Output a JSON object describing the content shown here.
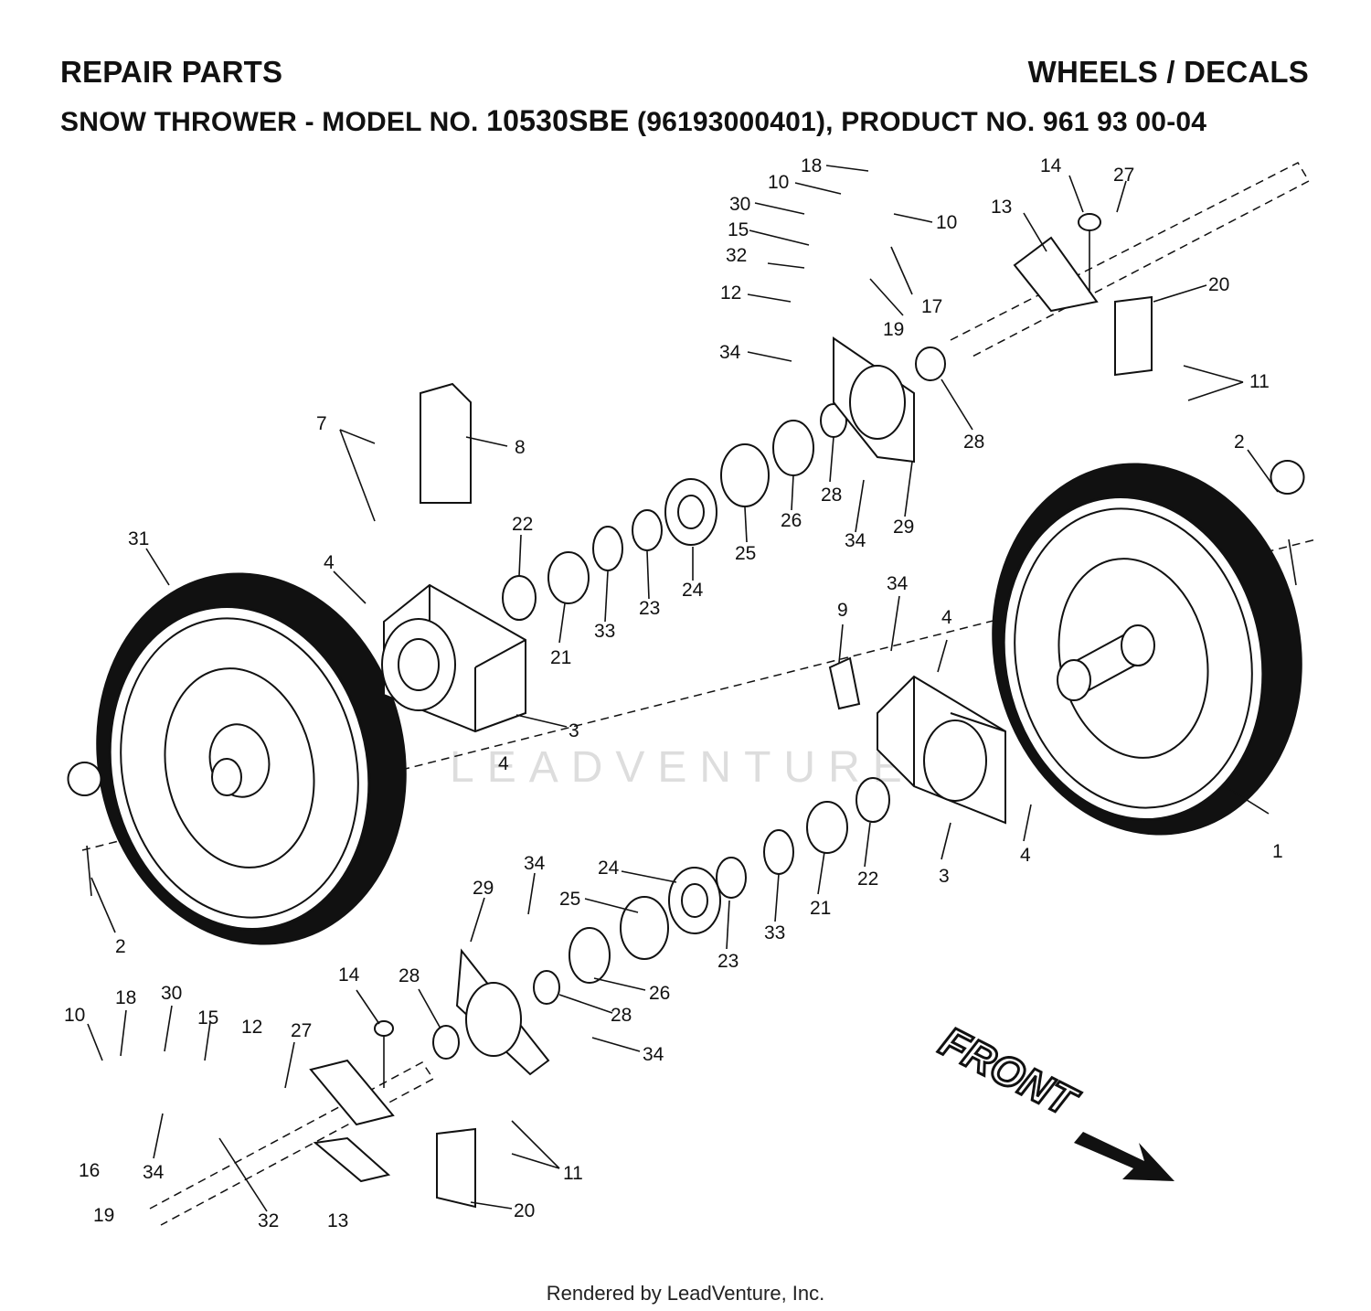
{
  "header": {
    "left_title": "REPAIR PARTS",
    "right_title": "WHEELS / DECALS",
    "subtitle_prefix": "SNOW THROWER - MODEL NO. ",
    "model_no": "10530SBE",
    "subtitle_suffix": " (96193000401), PRODUCT NO. 961 93 00-04"
  },
  "front_label": "FRONT",
  "watermark": "LEADVENTURE",
  "footer": "Rendered by LeadVenture, Inc.",
  "labels": [
    "1",
    "2",
    "3",
    "4",
    "7",
    "8",
    "9",
    "10",
    "11",
    "12",
    "13",
    "14",
    "15",
    "16",
    "17",
    "18",
    "19",
    "20",
    "21",
    "22",
    "23",
    "24",
    "25",
    "26",
    "27",
    "28",
    "29",
    "30",
    "31",
    "32",
    "33",
    "34"
  ]
}
